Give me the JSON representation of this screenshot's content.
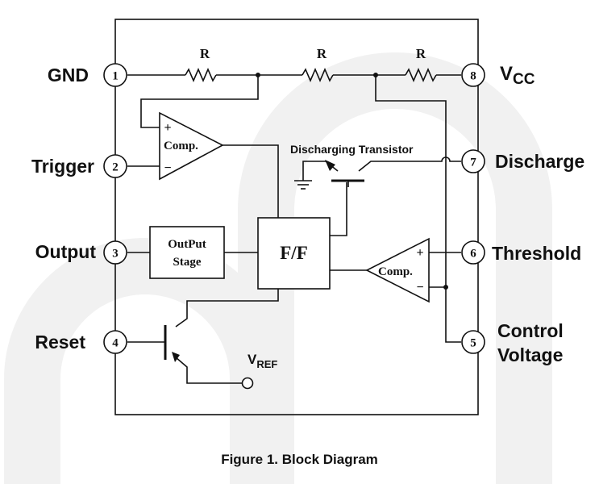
{
  "pins": [
    {
      "num": "1",
      "name": "GND"
    },
    {
      "num": "2",
      "name": "Trigger"
    },
    {
      "num": "3",
      "name": "Output"
    },
    {
      "num": "4",
      "name": "Reset"
    },
    {
      "num": "5",
      "name": "Control",
      "name2": "Voltage"
    },
    {
      "num": "6",
      "name": "Threshold"
    },
    {
      "num": "7",
      "name": "Discharge"
    },
    {
      "num": "8",
      "name": "V",
      "sub": "CC"
    }
  ],
  "resistors": [
    "R",
    "R",
    "R"
  ],
  "comparator_upper": {
    "label": "Comp.",
    "plus": "+",
    "minus": "−"
  },
  "comparator_lower": {
    "label": "Comp.",
    "plus": "+",
    "minus": "−"
  },
  "discharging_transistor": "Discharging Transistor",
  "output_stage": {
    "line1": "OutPut",
    "line2": "Stage"
  },
  "flip_flop": "F/F",
  "vref": {
    "main": "V",
    "sub": "REF"
  },
  "caption": "Figure 1. Block Diagram"
}
